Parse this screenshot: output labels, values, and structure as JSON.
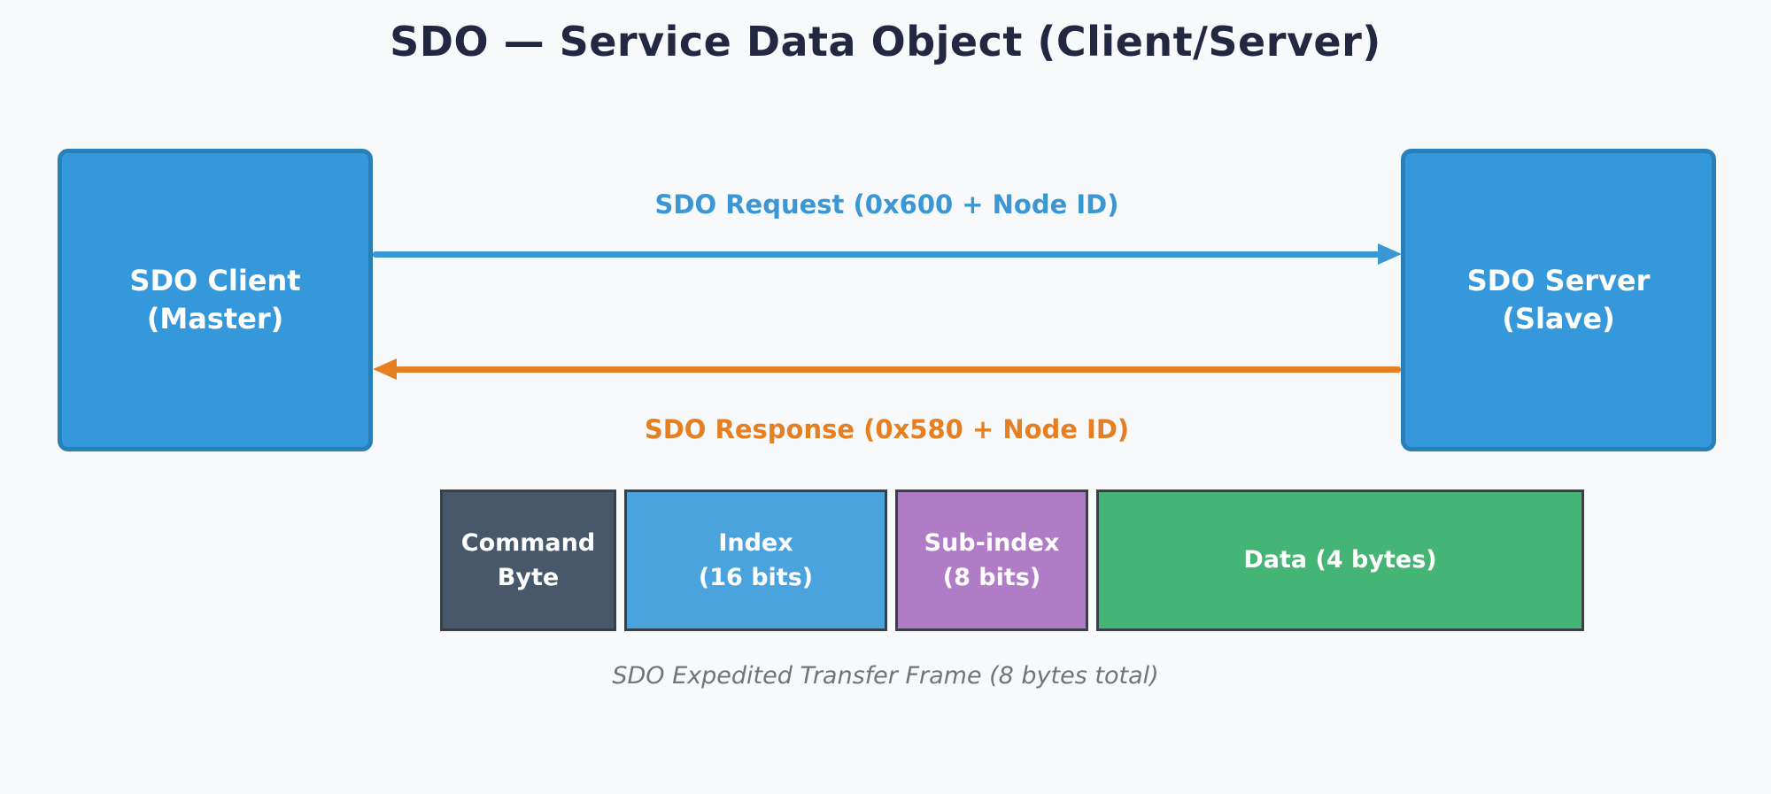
{
  "page": {
    "title": "SDO — Service Data Object (Client/Server)",
    "background_color": "#f8f9fb",
    "title_color": "#232741"
  },
  "nodes": {
    "client": {
      "line1": "SDO Client",
      "line2": "(Master)",
      "fill": "#3498db",
      "border": "#2980b9"
    },
    "server": {
      "line1": "SDO Server",
      "line2": "(Slave)",
      "fill": "#3498db",
      "border": "#2980b9"
    }
  },
  "messages": {
    "request": {
      "label": "SDO Request (0x600 + Node ID)",
      "color": "#3a97d4",
      "direction": "client-to-server"
    },
    "response": {
      "label": "SDO Response (0x580 + Node ID)",
      "color": "#e67e22",
      "direction": "server-to-client"
    }
  },
  "frame": {
    "fields": [
      {
        "line1": "Command",
        "line2": "Byte",
        "fill": "#47586b"
      },
      {
        "line1": "Index",
        "line2": "(16 bits)",
        "fill": "#4ba3dd"
      },
      {
        "line1": "Sub-index",
        "line2": "(8 bits)",
        "fill": "#b07cc6"
      },
      {
        "line1": "Data (4 bytes)",
        "line2": "",
        "fill": "#45b575"
      }
    ],
    "border_color": "#3a4047",
    "caption": "SDO Expedited Transfer Frame (8 bytes total)",
    "caption_color": "#70757a"
  }
}
